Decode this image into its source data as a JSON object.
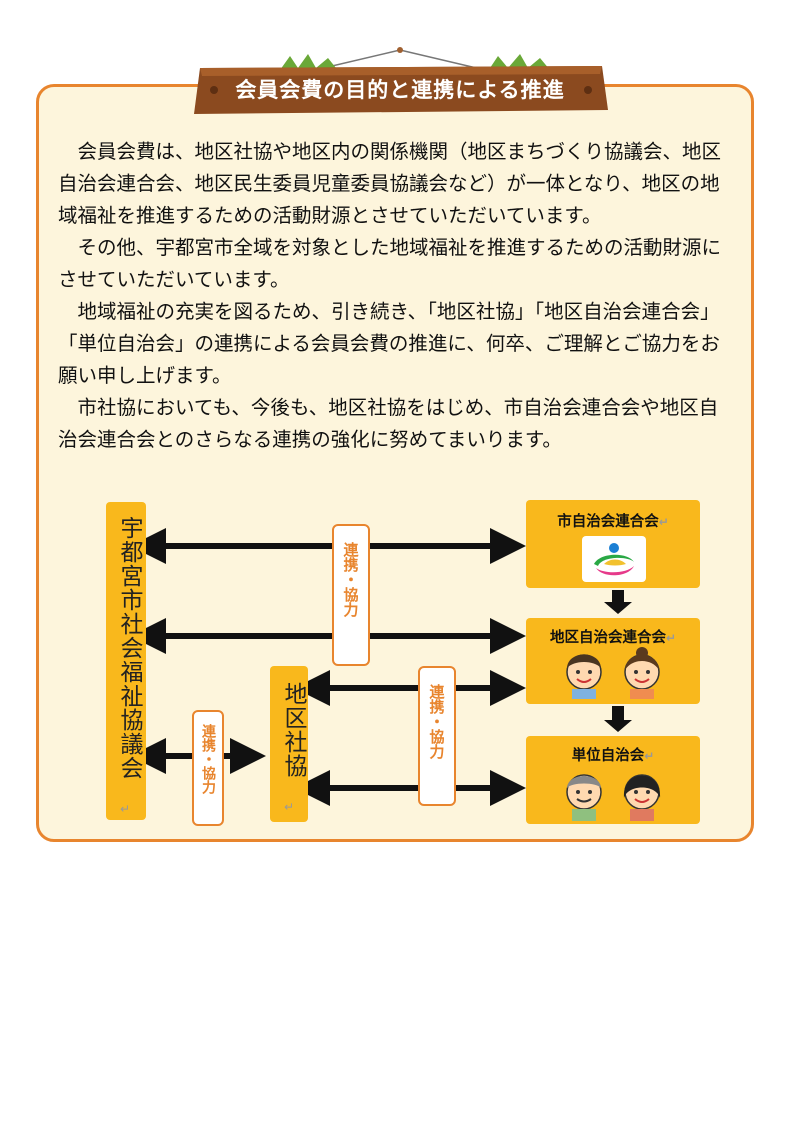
{
  "title": "会員会費の目的と連携による推進",
  "paragraphs": [
    "会員会費は、地区社協や地区内の関係機関（地区まちづくり協議会、地区自治会連合会、地区民生委員児童委員協議会など）が一体となり、地区の地域福祉を推進するための活動財源とさせていただいています。",
    "その他、宇都宮市全域を対象とした地域福祉を推進するための活動財源にさせていただいています。",
    "地域福祉の充実を図るため、引き続き、「地区社協」「地区自治会連合会」「単位自治会」の連携による会員会費の推進に、何卒、ご理解とご協力をお願い申し上げます。",
    "市社協においても、今後も、地区社協をはじめ、市自治会連合会や地区自治会連合会とのさらなる連携の強化に努めてまいります。"
  ],
  "diagram": {
    "city_council": "宇都宮市社会福祉協議会",
    "district_council": "地区社協",
    "city_federation": "市自治会連合会",
    "district_federation": "地区自治会連合会",
    "unit_association": "単位自治会",
    "cooperation_label": "連携・協力",
    "return_mark": "↵"
  },
  "colors": {
    "accent": "#e8852e",
    "box": "#f9b81c",
    "panel": "#fdf5dc",
    "sign": "#8b4a1f"
  }
}
